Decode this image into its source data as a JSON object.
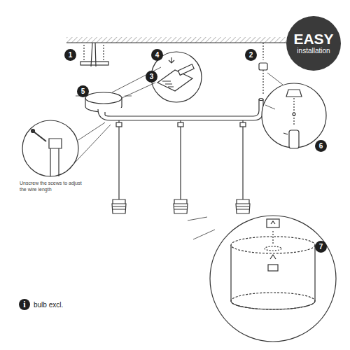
{
  "diagram": {
    "nodes": [
      {
        "text": [
          "EASY",
          "installation"
        ]
      },
      {
        "text": [
          "1"
        ]
      },
      {
        "text": [
          "2"
        ]
      },
      {
        "text": [
          "3"
        ]
      },
      {
        "text": [
          "4"
        ]
      },
      {
        "text": [
          "5"
        ]
      },
      {
        "text": [
          "6"
        ]
      },
      {
        "text": [
          "7"
        ]
      },
      {
        "text": [
          "i",
          "bulb excl."
        ]
      }
    ],
    "labels": [
      "Unscrew the scews to adjust the wire length"
    ]
  }
}
